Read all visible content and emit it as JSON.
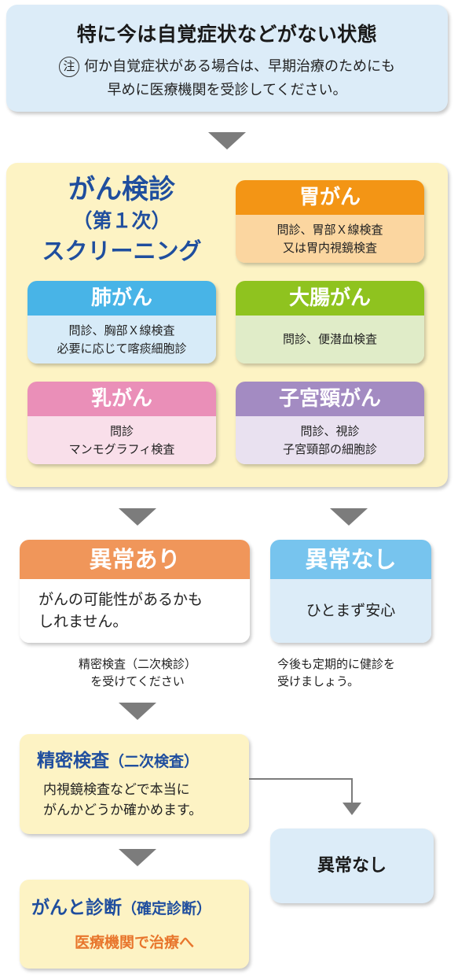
{
  "top": {
    "title": "特に今は自覚症状などがない状態",
    "note_mark": "注",
    "note_line1": "何か自覚症状がある場合は、早期治療のためにも",
    "note_line2": "早めに医療機関を受診してください。"
  },
  "screening": {
    "title_line1": "がん検診",
    "title_line2": "（第１次）",
    "title_line3": "スクリーニング",
    "cards": [
      {
        "name": "胃がん",
        "line1": "問診、胃部Ｘ線検査",
        "line2": "又は胃内視鏡検査",
        "head_color": "#f39515",
        "body_color": "#fbd6a0"
      },
      {
        "name": "肺がん",
        "line1": "問診、胸部Ｘ線検査",
        "line2": "必要に応じて喀痰細胞診",
        "head_color": "#48b4e7",
        "body_color": "#d7ebf8"
      },
      {
        "name": "大腸がん",
        "line1": "問診、便潜血検査",
        "line2": "",
        "head_color": "#8fc31f",
        "body_color": "#e0ecc8"
      },
      {
        "name": "乳がん",
        "line1": "問診",
        "line2": "マンモグラフィ検査",
        "head_color": "#ea8fb8",
        "body_color": "#f9dfea"
      },
      {
        "name": "子宮頸がん",
        "line1": "問診、視診",
        "line2": "子宮頸部の細胞診",
        "head_color": "#a38bc2",
        "body_color": "#e9e1f0"
      }
    ]
  },
  "abnormal": {
    "label": "異常あり",
    "line1": "がんの可能性があるかも",
    "line2": "しれません。",
    "caption1": "精密検査（二次検診）",
    "caption2": "を受けてください",
    "head_color": "#f0965a"
  },
  "normal": {
    "label": "異常なし",
    "body": "ひとまず安心",
    "caption1": "今後も定期的に健診を",
    "caption2": "受けましょう。",
    "head_color": "#77c4ee",
    "body_color": "#dcecf8"
  },
  "detail": {
    "title": "精密検査",
    "title_paren": "（二次検査）",
    "line1": "内視鏡検査などで本当に",
    "line2": "がんかどうか確かめます。"
  },
  "final_normal": {
    "label": "異常なし"
  },
  "diagnosis": {
    "title": "がんと診断",
    "title_paren": "（確定診断）",
    "sub": "医療機関で治療へ"
  }
}
